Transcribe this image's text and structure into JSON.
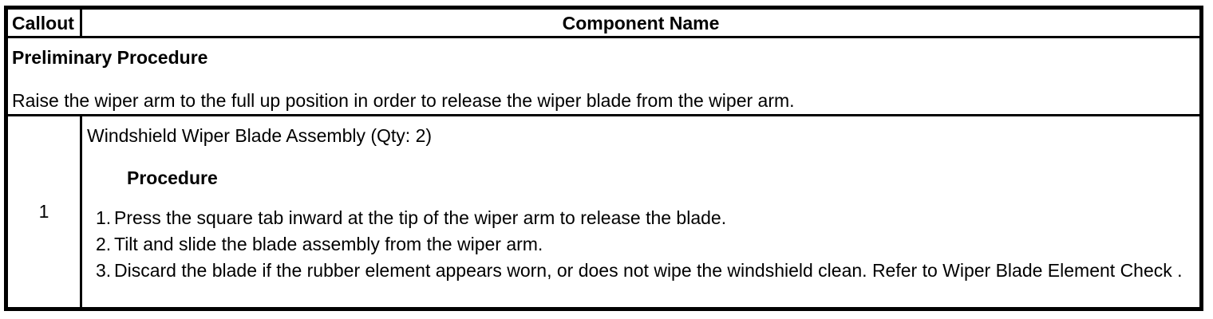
{
  "colors": {
    "border": "#000000",
    "background": "#ffffff",
    "text": "#000000"
  },
  "table": {
    "header": {
      "callout_label": "Callout",
      "component_name_label": "Component Name"
    },
    "preliminary": {
      "title": "Preliminary Procedure",
      "text": "Raise the wiper arm to the full up position in order to release the wiper blade from the wiper arm."
    },
    "rows": [
      {
        "callout": "1",
        "component": "Windshield Wiper Blade Assembly (Qty: 2)",
        "procedure_label": "Procedure",
        "steps": [
          {
            "num": "1.",
            "text": "Press the square tab inward at the tip of the wiper arm to release the blade."
          },
          {
            "num": "2.",
            "text": "Tilt and slide the blade assembly from the wiper arm."
          },
          {
            "num": "3.",
            "text": "Discard the blade if the rubber element appears worn, or does not wipe the windshield clean. Refer to Wiper Blade Element Check ."
          }
        ]
      }
    ]
  }
}
